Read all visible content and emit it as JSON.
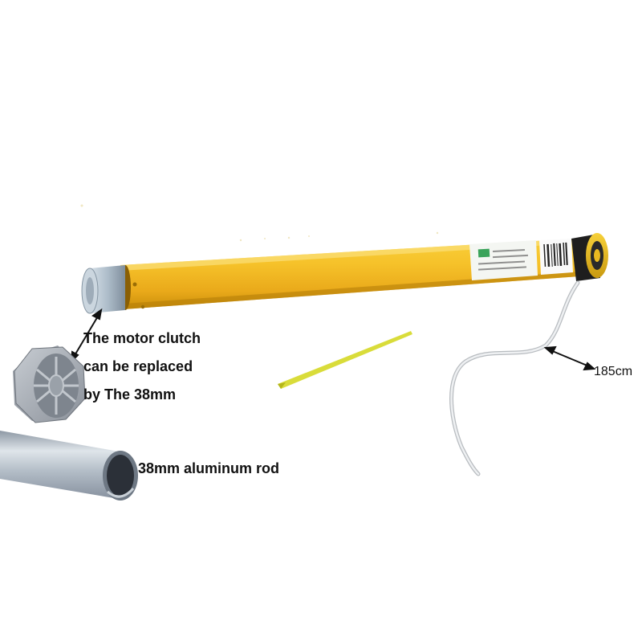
{
  "callouts": {
    "clutch_line1": "The motor clutch",
    "clutch_line2": "can be replaced",
    "clutch_line3": "by The 38mm",
    "rod": "38mm aluminum rod",
    "cable_length": "185cm"
  },
  "colors": {
    "motor_tube": "#f2b61c",
    "motor_tube_dark": "#c98e0a",
    "clutch_metal": "#b8c7d4",
    "rod_metal": "#b5bfca",
    "adapter_grey": "#8a9099",
    "cable": "#d8dadc",
    "text": "#111111"
  },
  "icons": {
    "motor": "tubular-motor-icon",
    "clutch_ring": "clutch-ring-icon",
    "adapter": "octagonal-adapter-icon",
    "rod": "aluminum-rod-icon",
    "cable": "power-cable-icon",
    "antenna": "antenna-wire-icon"
  }
}
